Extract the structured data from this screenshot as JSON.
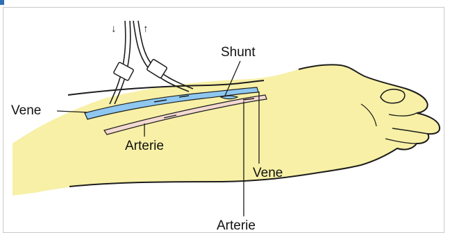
{
  "labels": {
    "shunt": "Shunt",
    "vene_left": "Vene",
    "arterie_left": "Arterie",
    "vene_right": "Vene",
    "arterie_bottom": "Arterie"
  },
  "flow_arrows": {
    "down": "↓",
    "up": "↑"
  },
  "colors": {
    "skin": "#f7f0a6",
    "vein": "#8ec7f0",
    "artery": "#f3d9d1",
    "outline": "#1c1c1c",
    "accent": "#2f6fb3"
  }
}
